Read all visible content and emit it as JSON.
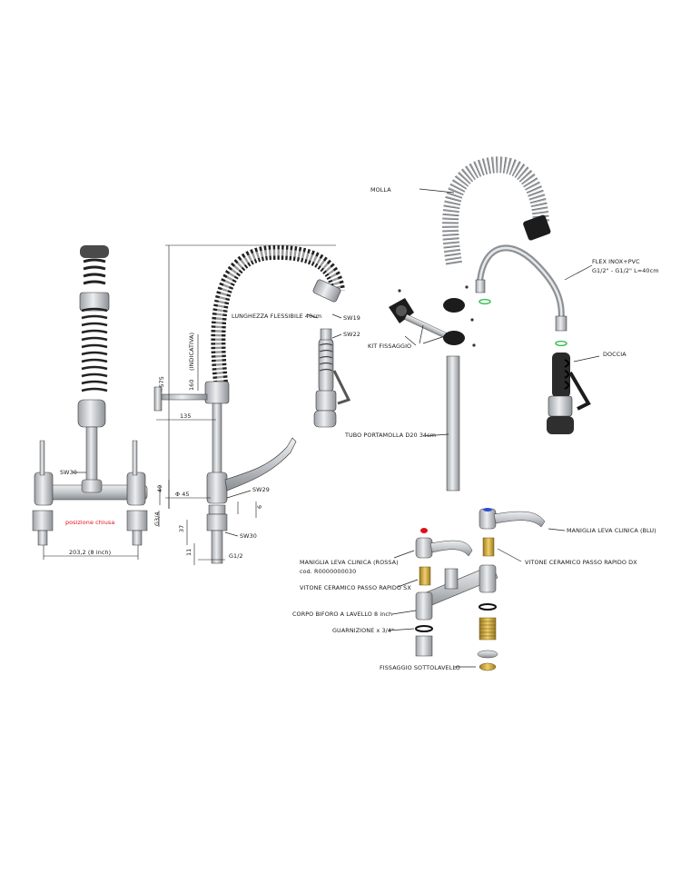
{
  "dimensions": {
    "sw90_top": "SW30",
    "posizione": "posizione chiusa",
    "g34": "G3/4",
    "width_203": "203,2  (8 inch)",
    "d40": "40",
    "phi45": "Φ 45",
    "sw29": "SW29",
    "d6": "6",
    "d37": "37",
    "sw30_bottom": "SW30",
    "d11": "11",
    "g12": "G1/2",
    "d575": "~575",
    "indicativa": "(INDICATIVA)",
    "d160": "160",
    "d135": "135",
    "lunghezza": "LUNGHEZZA FLESSIBILE 40cm",
    "sw19": "SW19",
    "sw22": "SW22"
  },
  "labels": {
    "molla": "MOLLA",
    "flex1": "FLEX INOX+PVC",
    "flex2": "G1/2\" - G1/2\" L=40cm",
    "kit": "KIT FISSAGGIO",
    "doccia": "DOCCIA",
    "tubo": "TUBO PORTAMOLLA D20 34cm",
    "maniglia_blu": "MANIGLIA LEVA CLINICA (BLU)",
    "maniglia_rossa": "MANIGLIA LEVA CLINICA (ROSSA)",
    "cod": "cod. R0000000030",
    "vitone_dx": "VITONE CERAMICO PASSO RAPIDO DX",
    "vitone_sx": "VITONE CERAMICO PASSO RAPIDO SX",
    "corpo": "CORPO BIFORO A LAVELLO 8 inch",
    "guarnizione": "GUARNIZIONE x 3/4\"",
    "fissaggio": "FISSAGGIO SOTTOLAVELLO"
  },
  "colors": {
    "line": "#1a1a1a",
    "metal": "#c9cccf",
    "metal_dark": "#8d9196",
    "rubber": "#1c1c1c",
    "brass": "#c8a23a",
    "red_note": "#e0101a",
    "green_oring": "#3fbf5a",
    "blue_cap": "#2a4fd1"
  }
}
